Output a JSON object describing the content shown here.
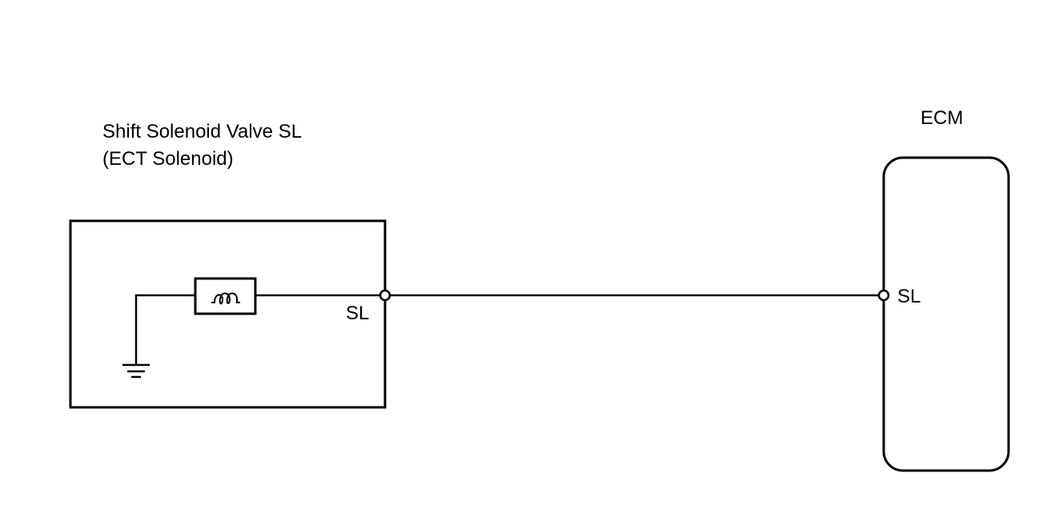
{
  "components": {
    "solenoid": {
      "title_line1": "Shift Solenoid Valve SL",
      "title_line2": "(ECT Solenoid)",
      "terminal_label": "SL"
    },
    "ecm": {
      "title": "ECM",
      "terminal_label": "SL"
    }
  },
  "colors": {
    "line": "#000000",
    "background": "#ffffff"
  }
}
